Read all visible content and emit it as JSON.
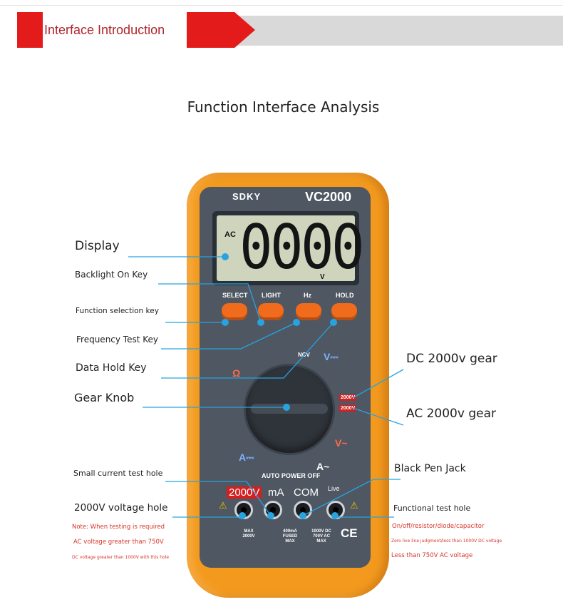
{
  "header": {
    "section_title": "Interface Introduction",
    "page_title": "Function Interface Analysis"
  },
  "meter": {
    "brand": "SDKY",
    "model": "VC2000",
    "lcd": {
      "mode": "AC",
      "digits": "0000",
      "unit": "V"
    },
    "keys": [
      {
        "label": "SELECT"
      },
      {
        "label": "LIGHT"
      },
      {
        "label": "Hz"
      },
      {
        "label": "HOLD"
      }
    ],
    "dial": {
      "ncv": "NCV",
      "v_dc": "V⎓",
      "v_ac": "V~",
      "a_dc": "A⎓",
      "a_ac": "A~",
      "ohm": "Ω",
      "gear_dc": "2000V",
      "gear_ac": "2000V"
    },
    "auto_power_off": "AUTO POWER OFF",
    "jacks": {
      "v2000": "2000V",
      "ma": "mA",
      "com": "COM",
      "function": "Live"
    },
    "ratings": {
      "left_1": "MAX",
      "left_2": "2000V",
      "mid_1": "400mA",
      "mid_2": "FUSED",
      "mid_3": "MAX",
      "right_1": "1000V DC",
      "right_2": "700V AC",
      "right_3": "MAX"
    },
    "ce": "CE"
  },
  "callouts": {
    "display": "Display",
    "backlight": "Backlight On Key",
    "function_select": "Function selection key",
    "frequency": "Frequency Test Key",
    "data_hold": "Data Hold Key",
    "gear_knob": "Gear Knob",
    "small_current": "Small current test hole",
    "voltage_hole": "2000V voltage hole",
    "dc_gear": "DC 2000v gear",
    "ac_gear": "AC 2000v gear",
    "black_pen": "Black Pen Jack",
    "functional_hole": "Functional test hole"
  },
  "notes": {
    "left_1": "Note: When testing is required",
    "left_2": "AC voltage greater than 750V",
    "left_3": "DC voltage greater than 1000V with this hole",
    "right_1": "On/off/resistor/diode/capacitor",
    "right_2": "Zero live line judgment/less than 1000V DC voltage",
    "right_3": "Less than 750V AC voltage"
  },
  "colors": {
    "banner_red": "#e31b1b",
    "banner_text": "#b0262b",
    "meter_orange": "#f39a1e",
    "panel_gray": "#4e5762",
    "leader_blue": "#29a3e0",
    "note_red": "#d6352a"
  }
}
